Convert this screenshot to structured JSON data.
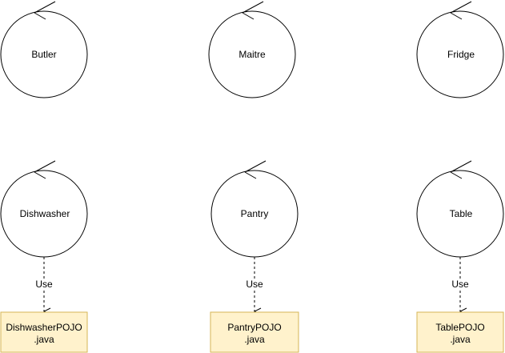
{
  "colors": {
    "stroke": "#000000",
    "background": "#ffffff",
    "pojo_fill": "#fff2cc",
    "pojo_stroke": "#d6b656"
  },
  "nodes": {
    "butler": {
      "label": "Butler",
      "shape": "control-circle"
    },
    "maitre": {
      "label": "Maitre",
      "shape": "control-circle"
    },
    "fridge": {
      "label": "Fridge",
      "shape": "control-circle"
    },
    "dishwasher": {
      "label": "Dishwasher",
      "shape": "control-circle"
    },
    "pantry": {
      "label": "Pantry",
      "shape": "control-circle"
    },
    "table": {
      "label": "Table",
      "shape": "control-circle"
    },
    "dishwasher_pojo": {
      "line1": "DishwasherPOJO",
      "line2": ".java",
      "shape": "rectangle"
    },
    "pantry_pojo": {
      "line1": "PantryPOJO",
      "line2": ".java",
      "shape": "rectangle"
    },
    "table_pojo": {
      "line1": "TablePOJO",
      "line2": ".java",
      "shape": "rectangle"
    }
  },
  "edges": [
    {
      "from": "dishwasher",
      "to": "dishwasher_pojo",
      "label": "Use",
      "style": "dashed",
      "arrow": "open"
    },
    {
      "from": "pantry",
      "to": "pantry_pojo",
      "label": "Use",
      "style": "dashed",
      "arrow": "open"
    },
    {
      "from": "table",
      "to": "table_pojo",
      "label": "Use",
      "style": "dashed",
      "arrow": "open"
    }
  ]
}
